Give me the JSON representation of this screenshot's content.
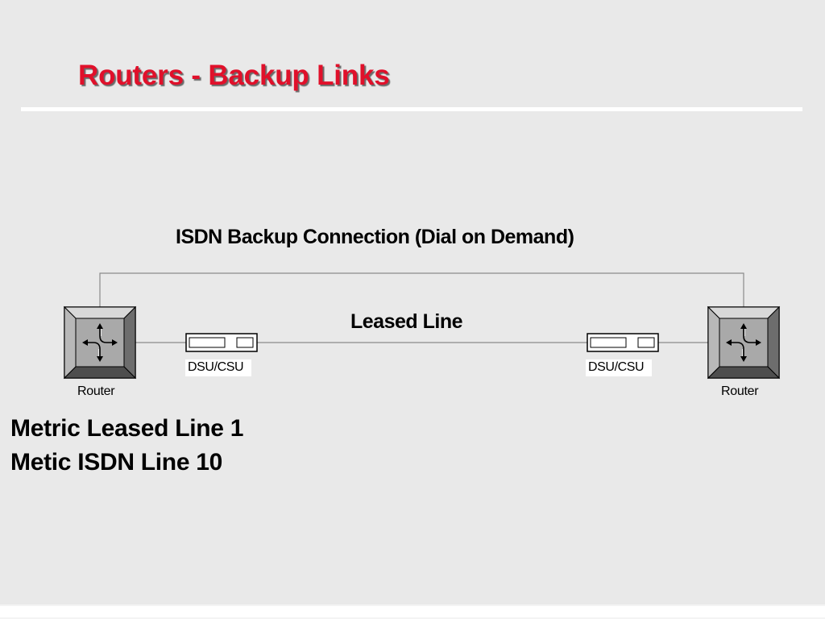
{
  "slide": {
    "title": "Routers  -  Backup Links"
  },
  "diagram": {
    "isdn_label": "ISDN Backup Connection (Dial on Demand)",
    "leased_label": "Leased Line",
    "dsu_left_label": "DSU/CSU",
    "dsu_right_label": "DSU/CSU",
    "router_left_label": "Router",
    "router_right_label": "Router",
    "router_icon": "router-crossed-arrows-icon",
    "dsu_icon": "dsu-csu-device-icon"
  },
  "metrics": {
    "leased": "Metric Leased Line 1",
    "isdn": "Metic ISDN Line 10"
  },
  "colors": {
    "title": "#e0102a",
    "background": "#e9e9e9",
    "line": "#8a8a8a"
  }
}
